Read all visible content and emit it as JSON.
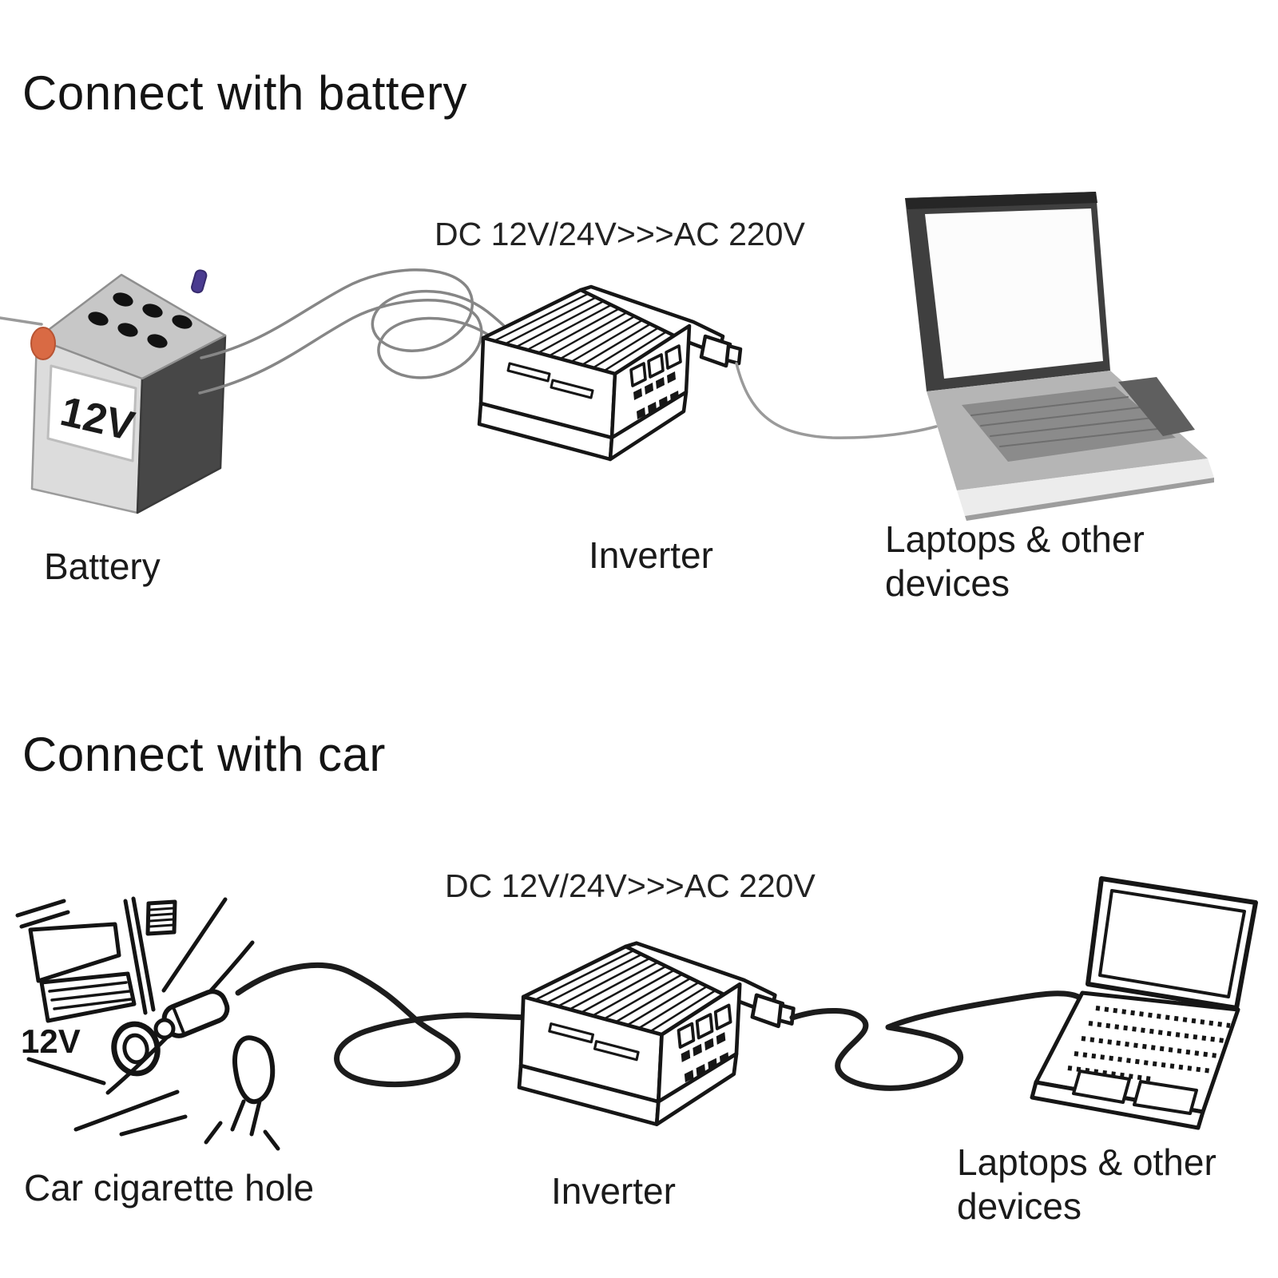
{
  "colors": {
    "ink": "#161616",
    "cable_gray": "#8d8d8d",
    "cable_black": "#1c1c1c",
    "battery_terminal_orange": "#d96a44",
    "battery_terminal_purple": "#4a3b90",
    "battery_body_gray": "#dcdcdc"
  },
  "sections": [
    {
      "title": "Connect with battery",
      "conversion_label": "DC 12V/24V>>>AC 220V",
      "source": {
        "label": "Battery",
        "voltage": "12V"
      },
      "inverter_label": "Inverter",
      "devices_label": "Laptops & other devices"
    },
    {
      "title": "Connect with car",
      "conversion_label": "DC 12V/24V>>>AC 220V",
      "source": {
        "label": "Car cigarette hole",
        "voltage": "12V"
      },
      "inverter_label": "Inverter",
      "devices_label": "Laptops & other devices"
    }
  ]
}
